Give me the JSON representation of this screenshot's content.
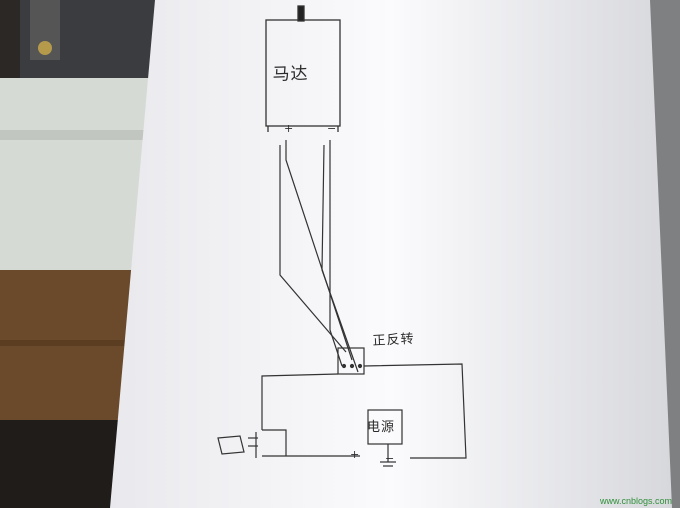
{
  "diagram": {
    "motor_label": "马达",
    "switch_label": "正反转",
    "power_label": "电源",
    "motor_plus": "+",
    "motor_minus": "−",
    "battery_plus": "+",
    "battery_minus": "−"
  },
  "colors": {
    "paper": "#f7f7f9",
    "ink": "#333333",
    "background_dark": "#2e2a26",
    "wood": "#6e4e2e",
    "metal": "#d8dcd6"
  },
  "watermark": "www.cnblogs.com"
}
